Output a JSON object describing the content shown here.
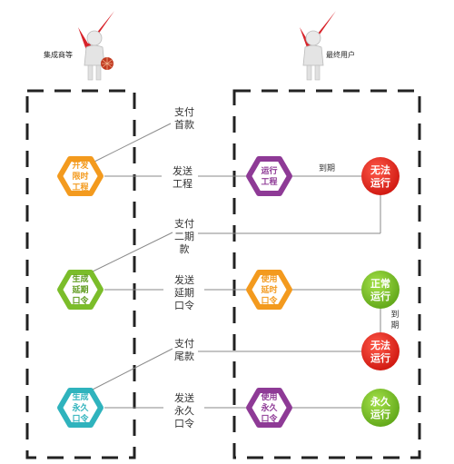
{
  "actors": {
    "integrator": "集成商等",
    "end_user": "最终用户"
  },
  "hexagons": {
    "dev_limited": [
      "开发",
      "限时",
      "工程"
    ],
    "run_project": [
      "运行",
      "工程"
    ],
    "gen_extend": [
      "生成",
      "延期",
      "口令"
    ],
    "use_extend": [
      "使用",
      "延时",
      "口令"
    ],
    "gen_perm": [
      "生成",
      "永久",
      "口令"
    ],
    "use_perm": [
      "使用",
      "永久",
      "口令"
    ]
  },
  "circles": {
    "cannot_run_1": [
      "无法",
      "运行"
    ],
    "normal_run": [
      "正常",
      "运行"
    ],
    "cannot_run_2": [
      "无法",
      "运行"
    ],
    "perm_run": [
      "永久",
      "运行"
    ]
  },
  "flows": {
    "pay_first": [
      "支付",
      "首款"
    ],
    "send_project": [
      "发送",
      "工程"
    ],
    "pay_second": [
      "支付",
      "二期",
      "款"
    ],
    "send_extend": [
      "发送",
      "延期",
      "口令"
    ],
    "pay_final": [
      "支付",
      "尾款"
    ],
    "send_perm": [
      "发送",
      "永久",
      "口令"
    ],
    "expire_1": "到期",
    "expire_2": [
      "到",
      "期"
    ]
  },
  "colors": {
    "orange": "#f39a1e",
    "purple": "#8e3a96",
    "green": "#7bbd2a",
    "teal": "#2fb3bd",
    "red": "#e52820",
    "green_circle": "#7dc22a"
  }
}
